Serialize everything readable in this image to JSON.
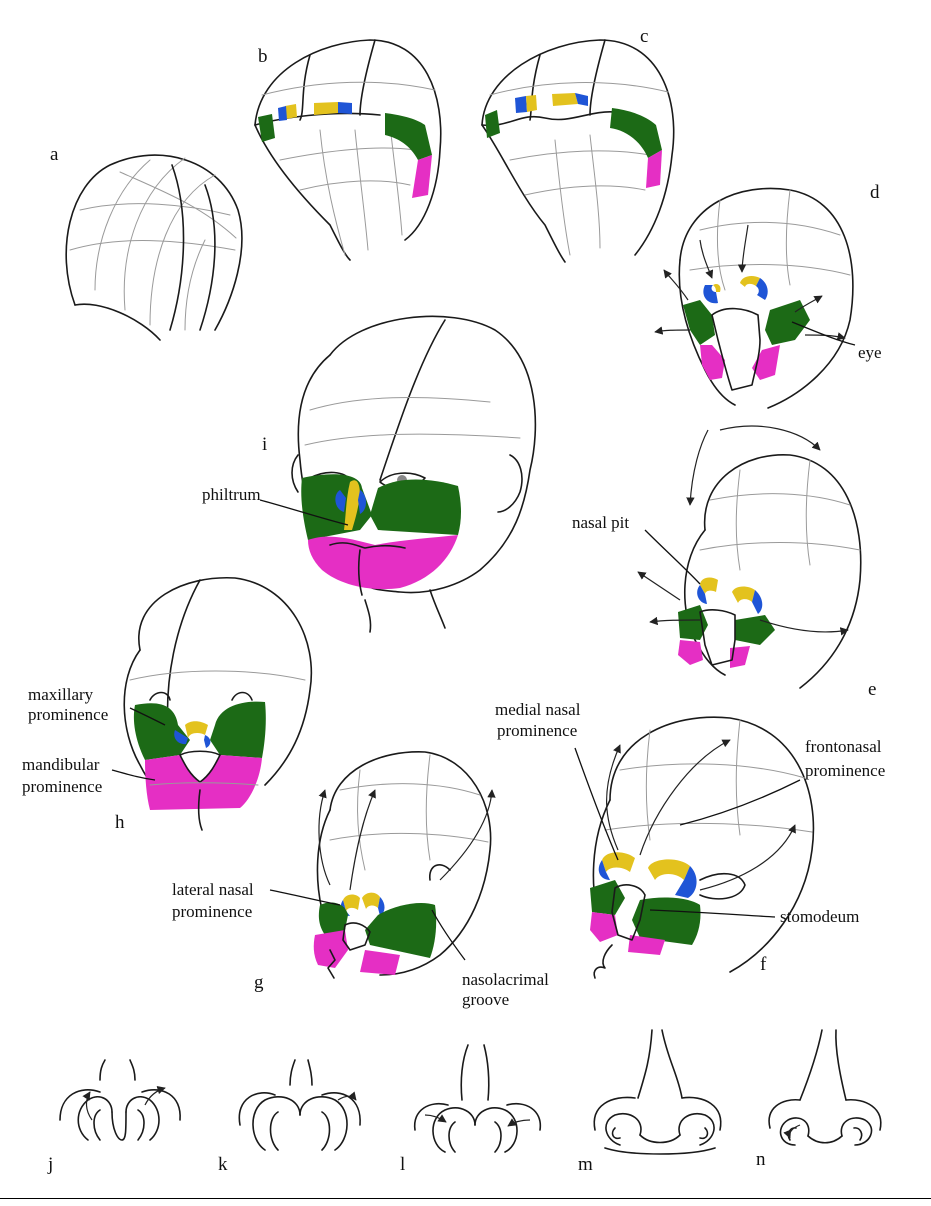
{
  "colors": {
    "maxillary": "#1c6a16",
    "mandibular": "#e52fc4",
    "nasal_yellow": "#e3c21e",
    "nasal_blue": "#1f55d6",
    "outline": "#1a1a1a",
    "guide": "#9a9a9a"
  },
  "panels": {
    "a": "a",
    "b": "b",
    "c": "c",
    "d": "d",
    "e": "e",
    "f": "f",
    "g": "g",
    "h": "h",
    "i": "i",
    "j": "j",
    "k": "k",
    "l": "l",
    "m": "m",
    "n": "n"
  },
  "labels": {
    "eye": "eye",
    "philtrum": "philtrum",
    "nasal_pit": "nasal pit",
    "maxillary": [
      "maxillary",
      "prominence"
    ],
    "mandibular": [
      "mandibular",
      "prominence"
    ],
    "medial_nasal": [
      "medial nasal",
      "prominence"
    ],
    "frontonasal": [
      "frontonasal",
      "prominence"
    ],
    "lateral_nasal": [
      "lateral nasal",
      "prominence"
    ],
    "stomodeum": "stomodeum",
    "nasolacrimal": [
      "nasolacrimal",
      "groove"
    ]
  }
}
